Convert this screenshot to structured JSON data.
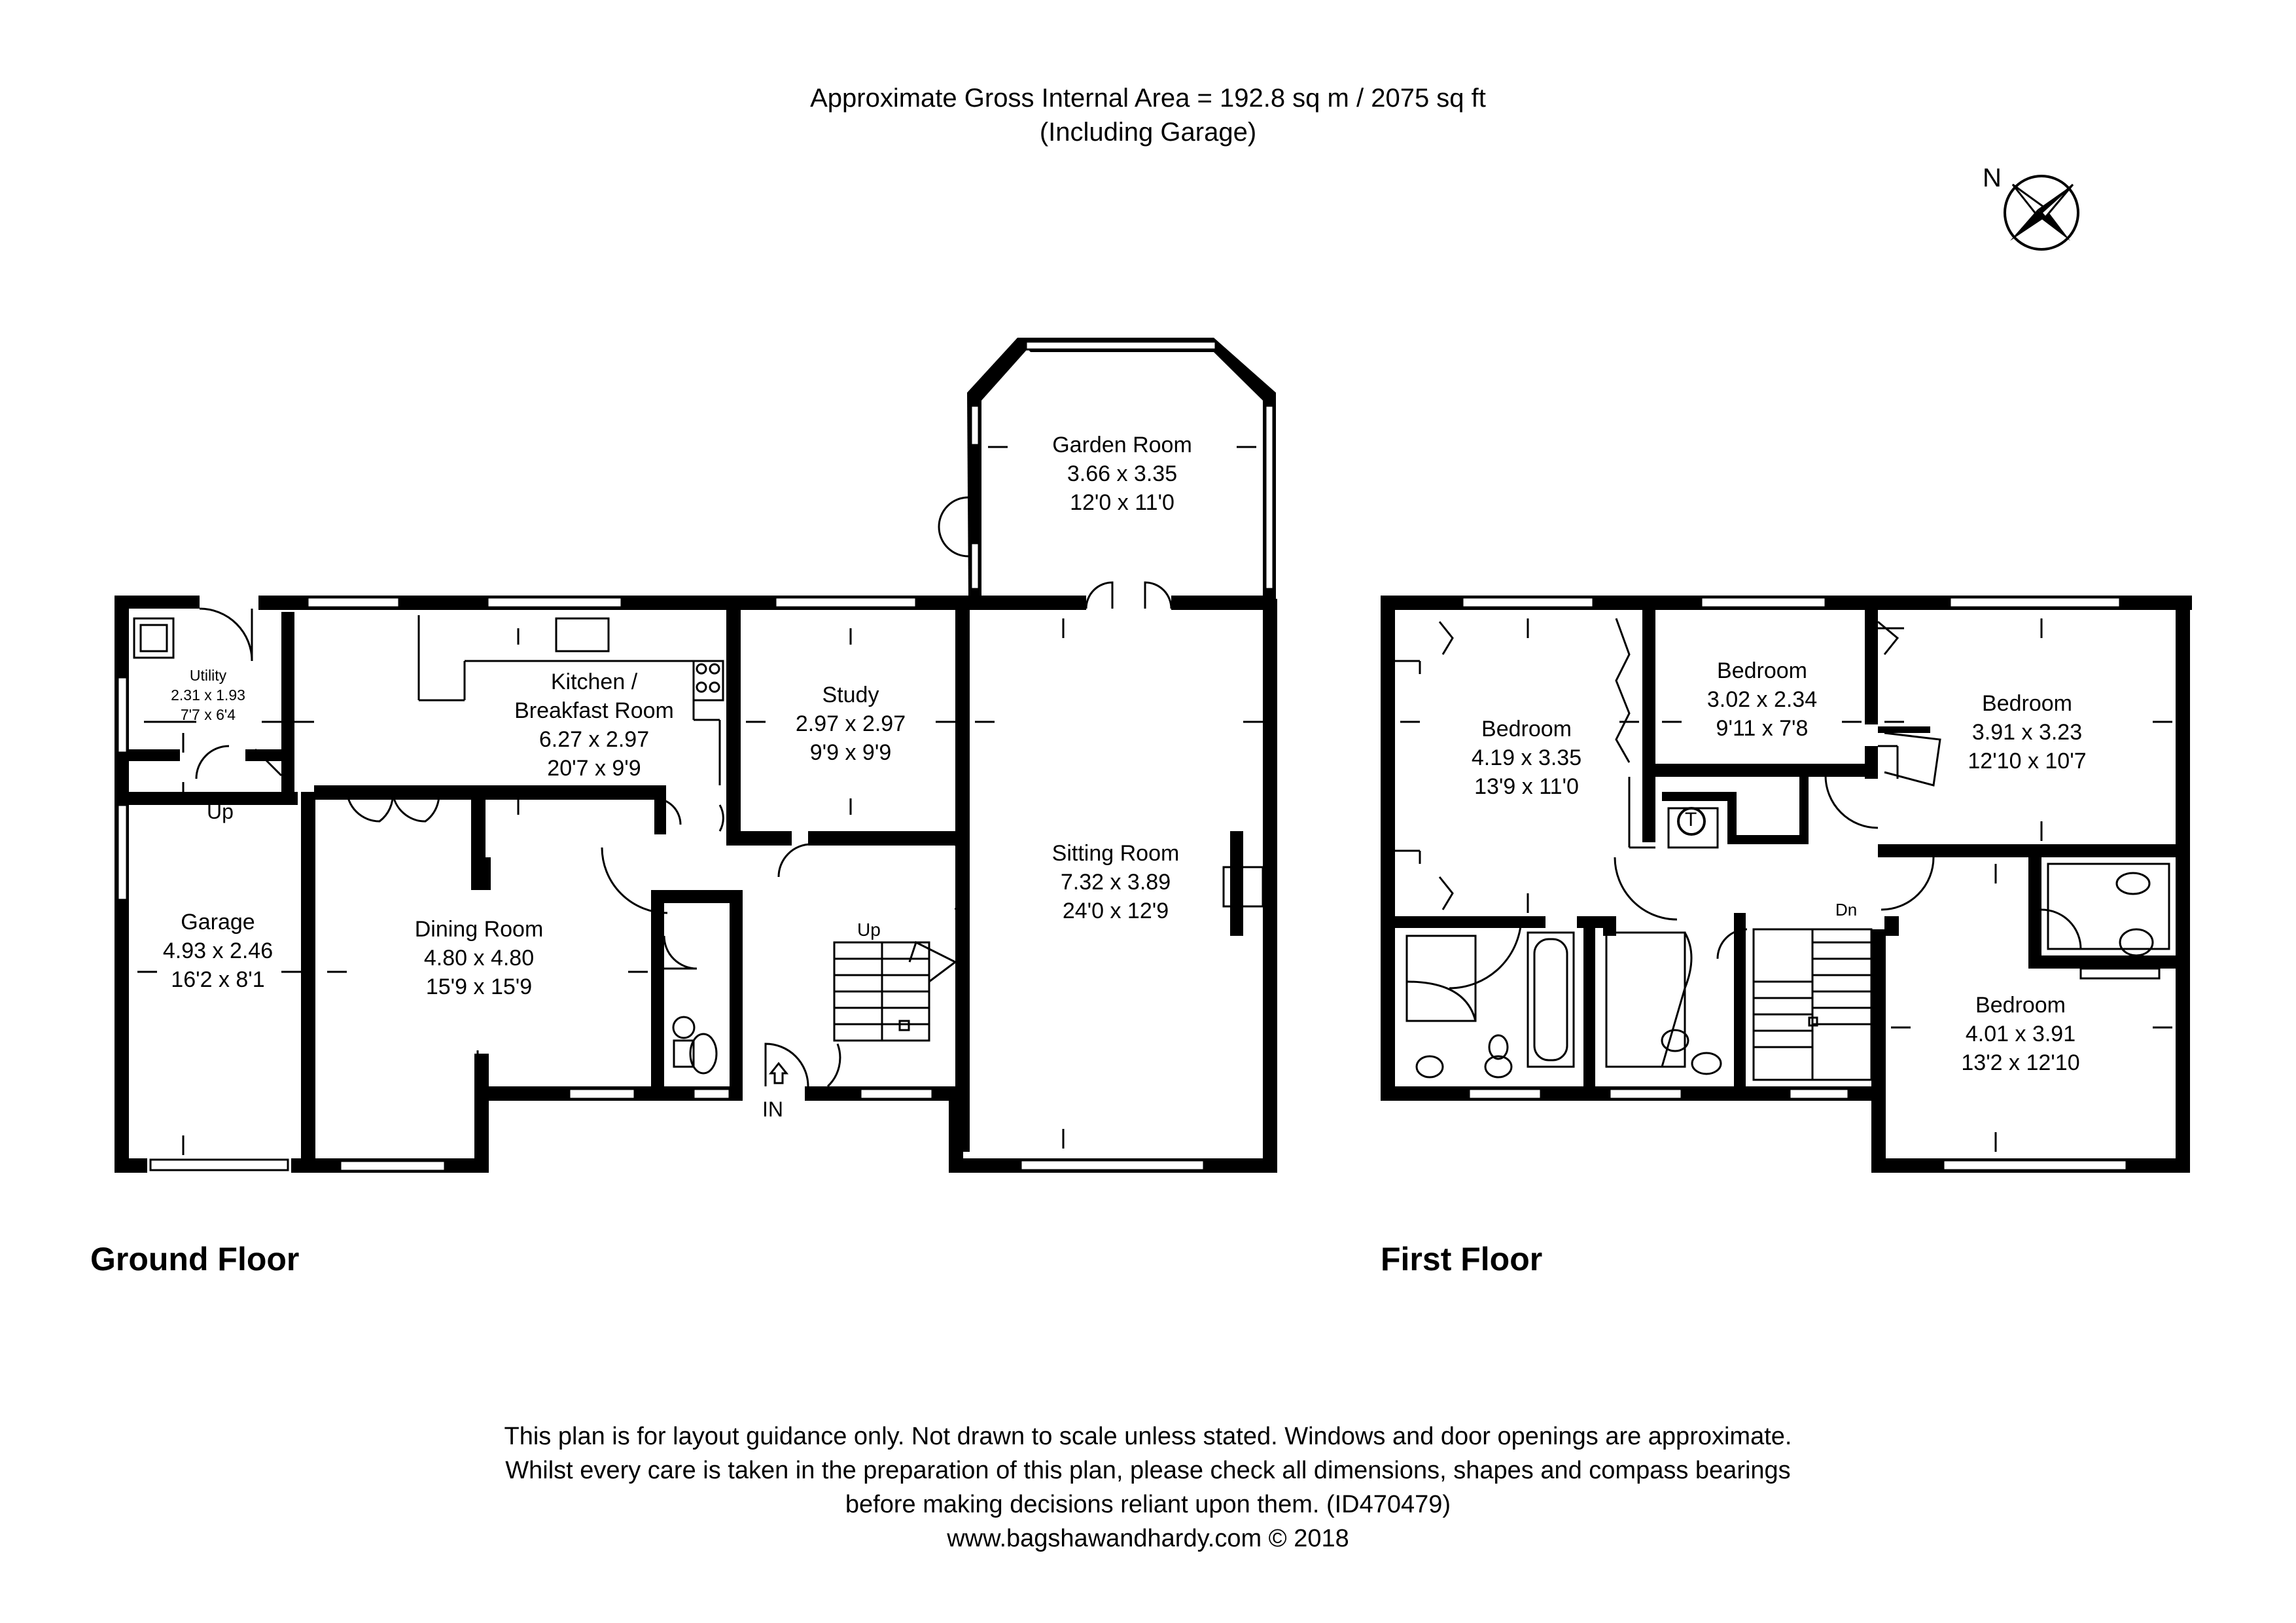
{
  "header": {
    "area": "Approximate Gross Internal Area = 192.8 sq m / 2075 sq ft",
    "including": "(Including Garage)"
  },
  "compass": {
    "label": "N"
  },
  "floors": {
    "ground": "Ground Floor",
    "first": "First Floor"
  },
  "ground_rooms": {
    "utility": {
      "name": "Utility",
      "metric": "2.31 x 1.93",
      "imperial": "7'7 x 6'4"
    },
    "kitchen": {
      "name": "Kitchen /",
      "name2": "Breakfast Room",
      "metric": "6.27 x 2.97",
      "imperial": "20'7 x 9'9"
    },
    "study": {
      "name": "Study",
      "metric": "2.97 x 2.97",
      "imperial": "9'9 x 9'9"
    },
    "garden_room": {
      "name": "Garden Room",
      "metric": "3.66 x 3.35",
      "imperial": "12'0 x 11'0"
    },
    "sitting_room": {
      "name": "Sitting Room",
      "metric": "7.32 x 3.89",
      "imperial": "24'0 x 12'9"
    },
    "garage": {
      "name": "Garage",
      "metric": "4.93 x 2.46",
      "imperial": "16'2 x 8'1"
    },
    "dining_room": {
      "name": "Dining Room",
      "metric": "4.80 x 4.80",
      "imperial": "15'9 x 15'9"
    }
  },
  "first_rooms": {
    "bedroom1": {
      "name": "Bedroom",
      "metric": "4.19 x 3.35",
      "imperial": "13'9 x 11'0"
    },
    "bedroom2": {
      "name": "Bedroom",
      "metric": "3.02 x 2.34",
      "imperial": "9'11 x 7'8"
    },
    "bedroom3": {
      "name": "Bedroom",
      "metric": "3.91 x 3.23",
      "imperial": "12'10 x 10'7"
    },
    "bedroom4": {
      "name": "Bedroom",
      "metric": "4.01 x 3.91",
      "imperial": "13'2 x 12'10"
    }
  },
  "markers": {
    "up_utility": "Up",
    "up_stairs": "Up",
    "entrance": "IN",
    "down": "Dn",
    "tank": "T"
  },
  "footer": {
    "line1": "This plan is for layout guidance only. Not drawn to scale unless stated. Windows and door openings are approximate.",
    "line2": "Whilst every care is taken in the preparation of this plan, please check all dimensions, shapes and compass bearings",
    "line3": "before making decisions reliant upon them. (ID470479)",
    "line4": "www.bagshawandhardy.com © 2018"
  }
}
